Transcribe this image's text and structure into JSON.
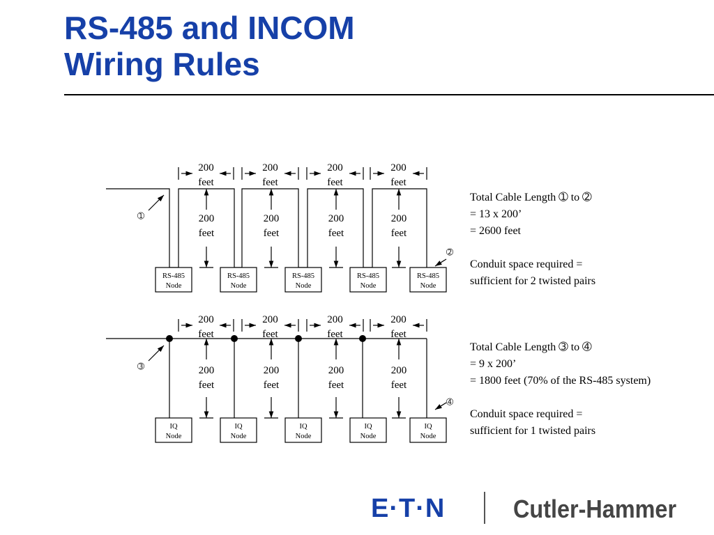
{
  "title": {
    "line1": "RS-485 and INCOM",
    "line2": "Wiring Rules"
  },
  "diagram": {
    "length_value": "200",
    "length_unit": "feet",
    "markers": [
      "➀",
      "➁",
      "➂",
      "➃"
    ],
    "rs485_node": {
      "line1": "RS-485",
      "line2": "Node"
    },
    "iq_node": {
      "line1": "IQ",
      "line2": "Node"
    }
  },
  "notes": {
    "rs485": {
      "line1": "Total Cable Length ➀ to ➁",
      "line2": "= 13 x 200’",
      "line3": "= 2600 feet",
      "line4": "Conduit space required =",
      "line5": "sufficient for 2 twisted pairs"
    },
    "incom": {
      "line1": "Total Cable Length ➂ to ➃",
      "line2": "= 9 x 200’",
      "line3": "= 1800 feet (70% of the RS-485 system)",
      "line4": "Conduit space required =",
      "line5": "sufficient for 1 twisted pairs"
    }
  },
  "logos": {
    "eaton": "E·T·N",
    "cutler_hammer": "Cutler-Hammer"
  },
  "colors": {
    "title": "#1640a8",
    "eaton": "#1640a8",
    "cutler_hammer": "#454545"
  }
}
